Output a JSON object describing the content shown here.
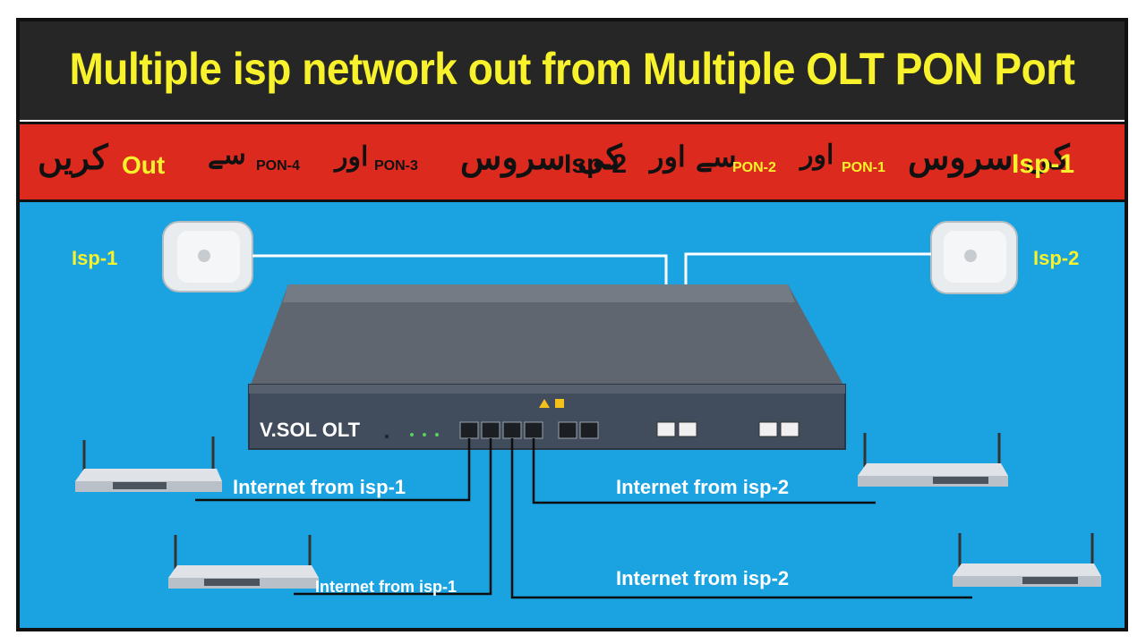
{
  "title": "Multiple isp network out from Multiple OLT PON Port",
  "banner": {
    "isp1": "Isp-1",
    "urdu_service_1": "کی سروس",
    "pon1": "PON-1",
    "urdu_and_1": "اور",
    "pon2": "PON-2",
    "urdu_from_and": "سے اور",
    "isp2": "Isp-2",
    "urdu_service_2": "کی سروس",
    "pon3": "PON-3",
    "urdu_and_2": "اور",
    "pon4": "PON-4",
    "urdu_from": "سے",
    "out": "Out",
    "urdu_do": "کریں"
  },
  "diagram": {
    "isp_left": "Isp-1",
    "isp_right": "Isp-2",
    "olt_label": "V.SOL OLT",
    "link_1": "Internet from isp-1",
    "link_2": "Internet from isp-1",
    "link_3": "Internet from isp-2",
    "link_4": "Internet from isp-2"
  },
  "colors": {
    "title_bg": "#262626",
    "title_text": "#f7f22b",
    "banner_bg": "#dd2a1f",
    "diagram_bg": "#1aa3e0"
  }
}
